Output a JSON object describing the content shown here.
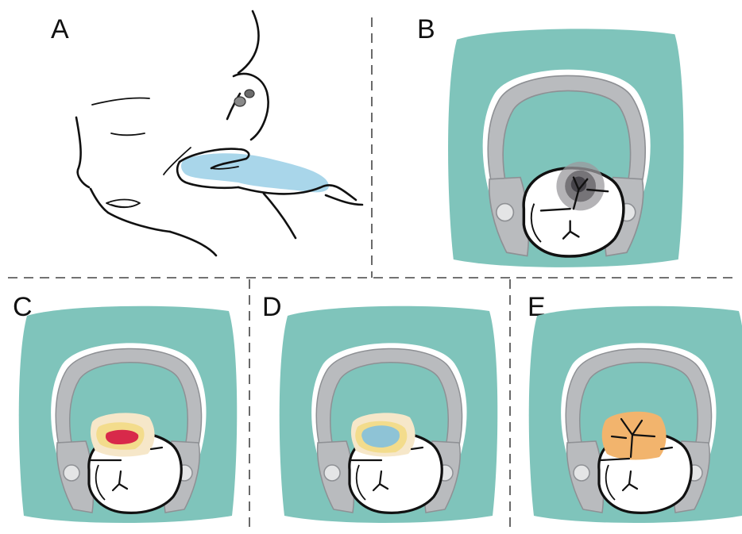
{
  "figure": {
    "panels": [
      {
        "id": "A",
        "label": "A"
      },
      {
        "id": "B",
        "label": "B"
      },
      {
        "id": "C",
        "label": "C"
      },
      {
        "id": "D",
        "label": "D"
      },
      {
        "id": "E",
        "label": "E"
      }
    ]
  },
  "colors": {
    "dam": "#7fc4bb",
    "clamp": "#b9bbbe",
    "clamp_outline": "#8e9094",
    "tooth": "#ffffff",
    "ink": "#111111",
    "gauze": "#a9d6ea",
    "caries_dark": "#5a585c",
    "cavity_yellow": "#f3dc8c",
    "cavity_beige": "#f6e7c9",
    "pulp_red": "#d8294a",
    "liner_blue": "#8ec3d6",
    "restoration_orange": "#f2b46d"
  }
}
